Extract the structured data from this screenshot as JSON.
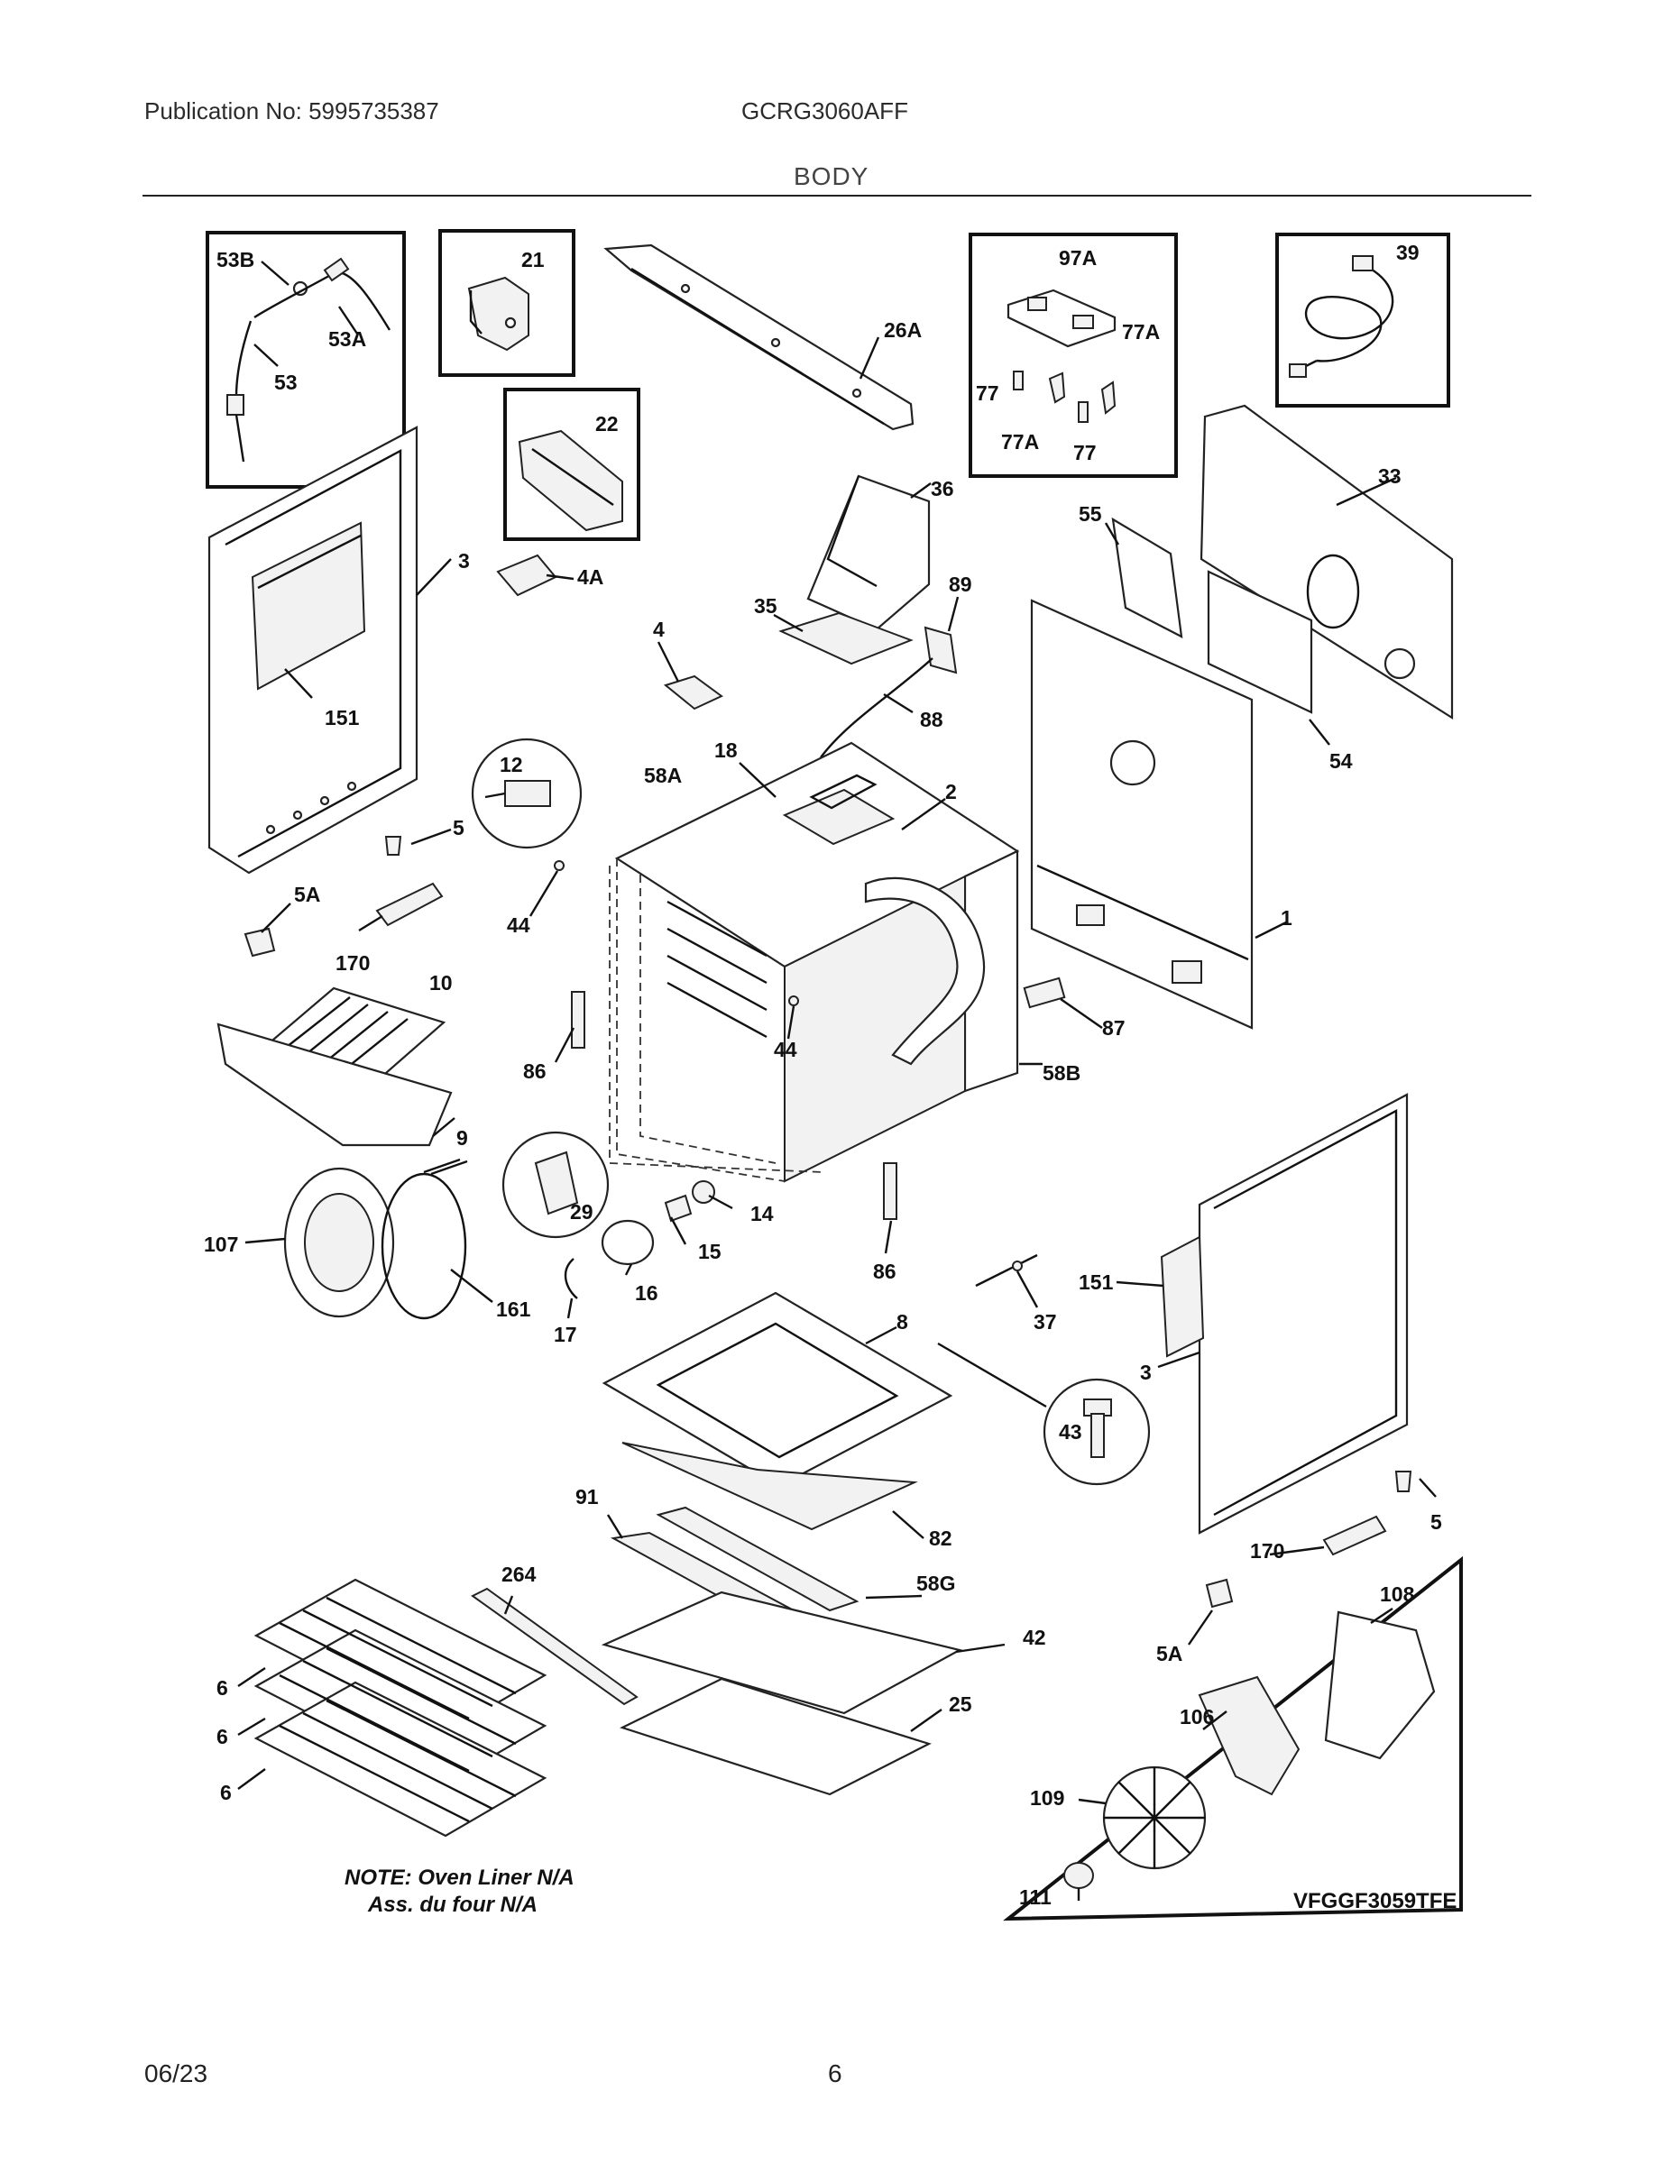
{
  "header": {
    "publication": "Publication No: 5995735387",
    "model": "GCRG3060AFF",
    "section": "BODY"
  },
  "footer": {
    "date": "06/23",
    "page": "6"
  },
  "note": {
    "line1": "NOTE: Oven Liner N/A",
    "line2": "Ass. du four N/A"
  },
  "assembly_code": "VFGGF3059TFE",
  "parts": {
    "p53B": "53B",
    "p53A": "53A",
    "p53": "53",
    "p21": "21",
    "p22": "22",
    "p26A": "26A",
    "p97A": "97A",
    "p77_left": "77",
    "p77A_top": "77A",
    "p77A_bottom": "77A",
    "p77_bottom": "77",
    "p39": "39",
    "p33": "33",
    "p36": "36",
    "p55": "55",
    "p3_left": "3",
    "p4A": "4A",
    "p151_left": "151",
    "p35": "35",
    "p89": "89",
    "p4": "4",
    "p88": "88",
    "p54": "54",
    "p12": "12",
    "p18": "18",
    "p58A": "58A",
    "p2": "2",
    "p5_left": "5",
    "p5A_left": "5A",
    "p44_left": "44",
    "p1": "1",
    "p170_left": "170",
    "p10": "10",
    "p86_left": "86",
    "p44_right": "44",
    "p87": "87",
    "p58B": "58B",
    "p9": "9",
    "p29": "29",
    "p14": "14",
    "p107": "107",
    "p15": "15",
    "p86_right": "86",
    "p16": "16",
    "p161": "161",
    "p17": "17",
    "p37": "37",
    "p151_right": "151",
    "p8": "8",
    "p3_right": "3",
    "p43": "43",
    "p91": "91",
    "p82": "82",
    "p264": "264",
    "p58G": "58G",
    "p42": "42",
    "p5_right": "5",
    "p170_right": "170",
    "p108": "108",
    "p5A_right": "5A",
    "p6_a": "6",
    "p6_b": "6",
    "p6_c": "6",
    "p25": "25",
    "p106": "106",
    "p109": "109",
    "p111": "111"
  }
}
